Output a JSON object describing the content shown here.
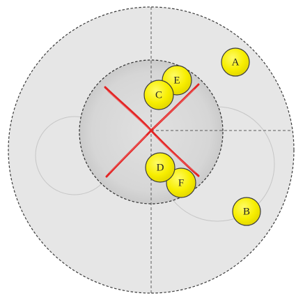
{
  "diagram": {
    "colors": {
      "background": "#ffffff",
      "outer_disc_fill": "#e6e6e6",
      "outer_disc_stroke": "#3a3a3a",
      "inner_disc_fill": "#d2d2d2",
      "inner_disc_stroke": "#2f2f2f",
      "guide_circle_stroke": "#c6c6c6",
      "axis_stroke": "#5a5a5a",
      "cross_stroke": "#e32424",
      "marker_fill": "#f7ee00",
      "marker_stroke": "#3c3c3c",
      "label_color": "#222222"
    },
    "markers": [
      {
        "id": "A",
        "label": "A"
      },
      {
        "id": "B",
        "label": "B"
      },
      {
        "id": "C",
        "label": "C"
      },
      {
        "id": "D",
        "label": "D"
      },
      {
        "id": "E",
        "label": "E"
      },
      {
        "id": "F",
        "label": "F"
      }
    ]
  }
}
